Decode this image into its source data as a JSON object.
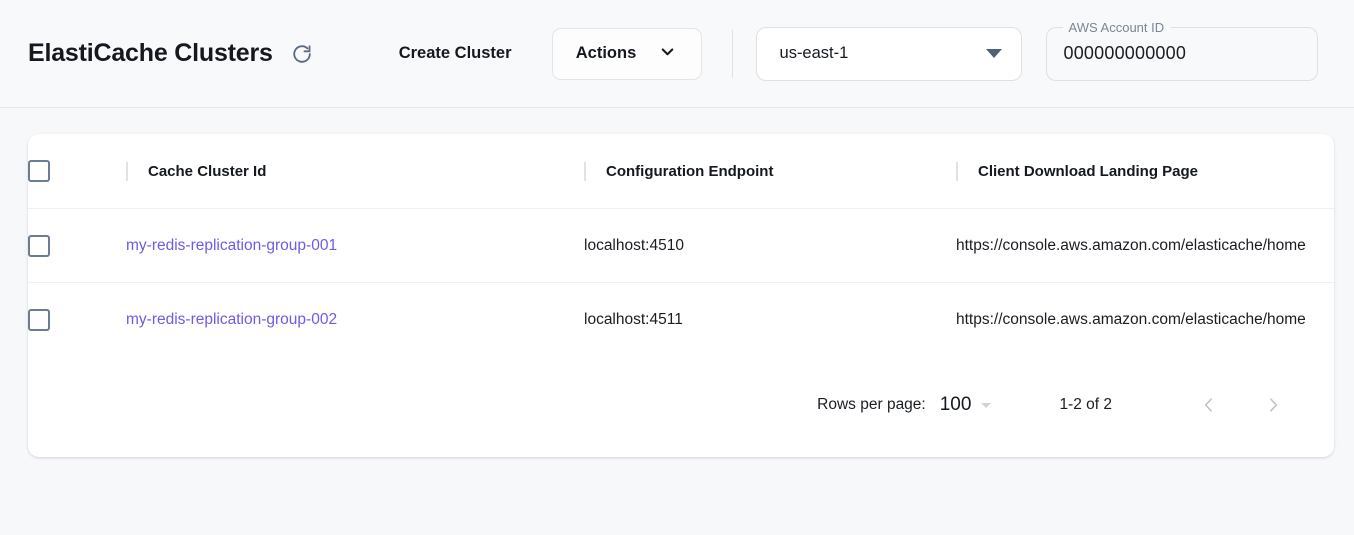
{
  "header": {
    "title": "ElastiCache Clusters",
    "refresh_icon": "refresh-icon",
    "create_cluster_label": "Create Cluster",
    "actions_label": "Actions",
    "actions_caret_icon": "chevron-down-icon",
    "region": {
      "value": "us-east-1",
      "caret_icon": "caret-down-icon"
    },
    "account": {
      "label": "AWS Account ID",
      "value": "000000000000"
    }
  },
  "table": {
    "select_all_checkbox": "unchecked",
    "columns": [
      "Cache Cluster Id",
      "Configuration Endpoint",
      "Client Download Landing Page"
    ],
    "rows": [
      {
        "checkbox": "unchecked",
        "cluster_id": "my-redis-replication-group-001",
        "configuration_endpoint": "localhost:4510",
        "landing_page": "https://console.aws.amazon.com/elasticache/home"
      },
      {
        "checkbox": "unchecked",
        "cluster_id": "my-redis-replication-group-002",
        "configuration_endpoint": "localhost:4511",
        "landing_page": "https://console.aws.amazon.com/elasticache/home"
      }
    ]
  },
  "pagination": {
    "rows_per_page_label": "Rows per page:",
    "rows_per_page_value": "100",
    "rows_per_page_caret_icon": "caret-down-icon",
    "range_label": "1-2 of 2",
    "prev_icon": "chevron-left-icon",
    "next_icon": "chevron-right-icon"
  },
  "colors": {
    "link": "#6c5ce7",
    "page_background": "#f7f8fa",
    "card_background": "#ffffff",
    "text": "#15191f",
    "muted": "#7b8794",
    "checkbox_border": "#6b7c93"
  }
}
